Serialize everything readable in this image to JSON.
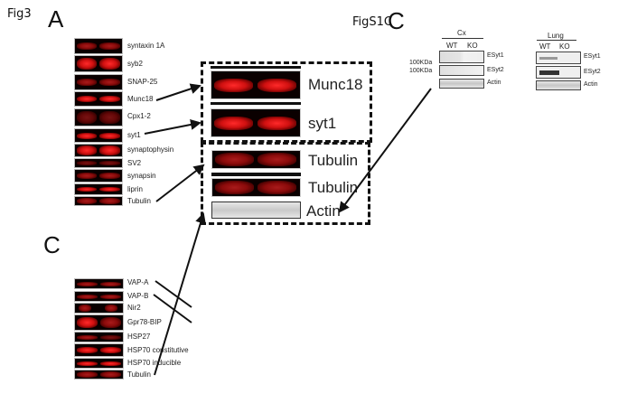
{
  "figure": {
    "fig3_label": "Fig3",
    "panel_a_letter": "A",
    "panel_c_letter": "C",
    "figs1c_label": "FigS1C",
    "figs1c_letter": "C"
  },
  "panel_a": {
    "blots": [
      {
        "label": "syntaxin 1A"
      },
      {
        "label": "syb2"
      },
      {
        "label": "SNAP-25"
      },
      {
        "label": "Munc18"
      },
      {
        "label": "Cpx1-2"
      },
      {
        "label": "syt1"
      },
      {
        "label": "synaptophysin"
      },
      {
        "label": "SV2"
      },
      {
        "label": "synapsin"
      },
      {
        "label": "liprin"
      },
      {
        "label": "Tubulin"
      }
    ]
  },
  "zoom_box": {
    "top_group": [
      {
        "label": "Munc18"
      },
      {
        "label": "syt1"
      }
    ],
    "bottom_group": [
      {
        "label": "Tubulin"
      },
      {
        "label": "Tubulin"
      },
      {
        "label": "Actin"
      }
    ]
  },
  "panel_c": {
    "blots": [
      {
        "label": "VAP-A"
      },
      {
        "label": "VAP-B"
      },
      {
        "label": "Nir2"
      },
      {
        "label": "Gpr78-BIP"
      },
      {
        "label": "HSP27"
      },
      {
        "label": "HSP70 constitutive"
      },
      {
        "label": "HSP70 inducible"
      },
      {
        "label": "Tubulin"
      }
    ]
  },
  "figs1c": {
    "cx": {
      "tissue": "Cx",
      "lanes": [
        "WT",
        "KO"
      ],
      "mw_markers": [
        "100KDa",
        "100KDa"
      ],
      "rows": [
        "ESyt1",
        "ESyt2",
        "Actin"
      ]
    },
    "lung": {
      "tissue": "Lung",
      "lanes": [
        "WT",
        "KO"
      ],
      "rows": [
        "ESyt1",
        "ESyt2",
        "Actin"
      ]
    }
  }
}
